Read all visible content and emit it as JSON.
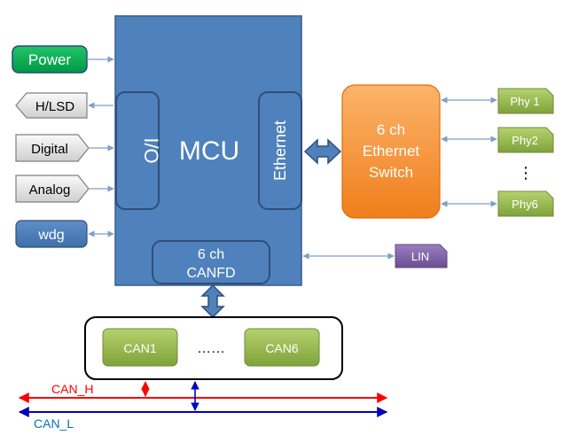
{
  "mcu": {
    "label": "MCU",
    "io_label": "I/O",
    "ethernet_label": "Ethernet",
    "canfd_line1": "6 ch",
    "canfd_line2": "CANFD"
  },
  "left_inputs": {
    "power": "Power",
    "hlsd": "H/LSD",
    "digital": "Digital",
    "analog": "Analog",
    "wdg": "wdg"
  },
  "switch": {
    "line1": "6 ch",
    "line2": "Ethernet",
    "line3": "Switch"
  },
  "phys": {
    "phy1": "Phy 1",
    "phy2": "Phy2",
    "ellipsis": "⋮",
    "phy6": "Phy6"
  },
  "lin": "LIN",
  "can_group": {
    "can1": "CAN1",
    "dots": "……",
    "can6": "CAN6"
  },
  "bus": {
    "can_h": "CAN_H",
    "can_l": "CAN_L"
  },
  "colors": {
    "mcu_blue": "#4f81bd",
    "power_green": "#00b050",
    "switch_orange": "#f79646",
    "phy_green": "#9bbb59",
    "lin_purple": "#8064a2",
    "can_h_red": "#ff0000",
    "can_l_blue": "#0000c0"
  }
}
